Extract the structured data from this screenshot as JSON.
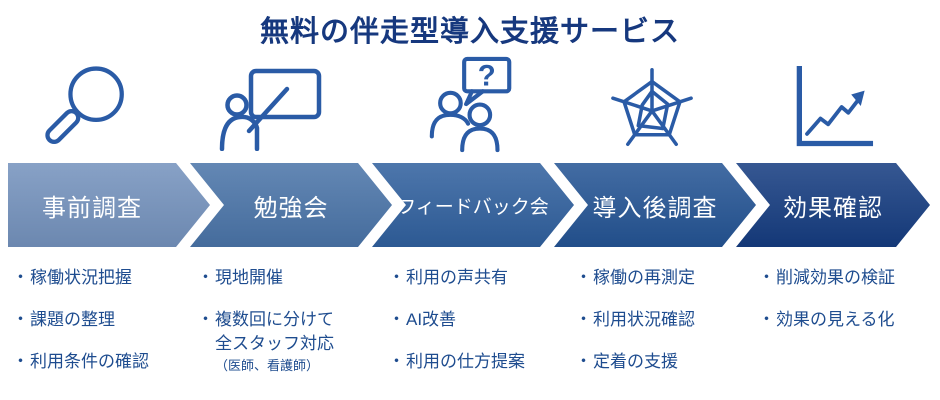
{
  "title": "無料の伴走型導入支援サービス",
  "bullet_char": "・",
  "colors": {
    "title": "#16387e",
    "bullet-text": "#1e4c8f",
    "icon-stroke": "#2a5ba6",
    "chevron-text": "#ffffff"
  },
  "icons": {
    "question_mark": "?"
  },
  "steps": [
    {
      "label": "事前調査",
      "icon": "magnifier-icon",
      "color": "#7492bd",
      "bullets": [
        "稼働状況把握",
        "課題の整理",
        "利用条件の確認"
      ]
    },
    {
      "label": "勉強会",
      "icon": "whiteboard-presenter-icon",
      "color": "#4a74a8",
      "bullets": [
        "現地開催",
        "複数回に分けて"
      ],
      "bullet2_line2": "全スタッフ対応",
      "bullet2_note": "（医師、看護師）"
    },
    {
      "label": "フィードバック会",
      "icon": "qa-discussion-icon",
      "color": "#30609e",
      "bullets": [
        "利用の声共有",
        "AI改善",
        "利用の仕方提案"
      ]
    },
    {
      "label": "導入後調査",
      "icon": "radar-chart-icon",
      "color": "#245494",
      "bullets": [
        "稼働の再測定",
        "利用状況確認",
        "定着の支援"
      ]
    },
    {
      "label": "効果確認",
      "icon": "growth-chart-icon",
      "color": "#153c80",
      "bullets": [
        "削減効果の検証",
        "効果の見える化"
      ]
    }
  ]
}
